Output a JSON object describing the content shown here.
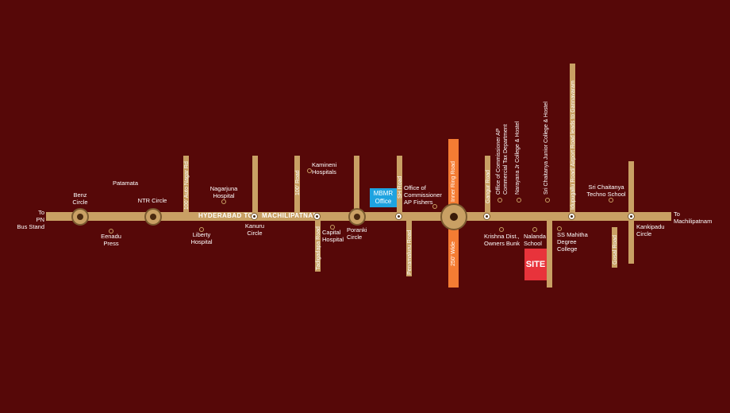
{
  "colors": {
    "background": "#560808",
    "road": "#c9a064",
    "ring_road": "#f47c33",
    "office": "#1ea3e0",
    "site": "#e8333b"
  },
  "main_road": {
    "label_left": "HYDERABAD TO",
    "label_right": "MACHILIPATNAM"
  },
  "ends": {
    "west": "To\nPN\nBus Stand",
    "east": "To\nMachilipatnam"
  },
  "junctions": {
    "benz": "Benz\nCircle",
    "ntr": "NTR Circle",
    "kanuru": "Kanuru\nCircle",
    "poranki": "Poranki\nCircle",
    "kankipadu": "Kankipadu\nCircle"
  },
  "roads": {
    "auto_nagar": "100' Auto Nagar Rd",
    "hundred_road": "100' Road",
    "tadigadapa": "Tadigadapa Road",
    "sh_road": "SH Road",
    "penamaluru": "Penamaluru Road",
    "inner_ring": "Inner Ring Road",
    "ring_wide": "250' Wide",
    "gangur": "Gangur Road",
    "gudavalli": "Idupugallu Road/ Airport Road leads to Gannavaram",
    "gosal": "Gosal Road"
  },
  "landmarks": {
    "patamata": "Patamata",
    "eenadu": "Eenadu\nPress",
    "nagarjuna": "Nagarjuna\nHospital",
    "liberty": "Liberty\nHospital",
    "kamineni": "Kamineni\nHospitals",
    "capital": "Capital\nHospital",
    "mbmr": "MBMR\nOffice",
    "fisheries": "Office of\nCommissioner\nAP Fishers",
    "commissioner": "Office of Commissioner AP",
    "commercial_tax": "Commercial Tax Department",
    "narayana": "Narayana Jr College & Hostel",
    "sri_chaitanya_jr": "Sri Chaitanya Junior College & Hostel",
    "krishna_dist": "Krishna Dist.,\nOwners Bunk",
    "nalanda": "Nalanda\nSchool",
    "ss_mahitha": "SS Mahitha\nDegree\nCollege",
    "sri_chaitanya_techno": "Sri Chaitanya\nTechno School",
    "site": "SITE"
  }
}
